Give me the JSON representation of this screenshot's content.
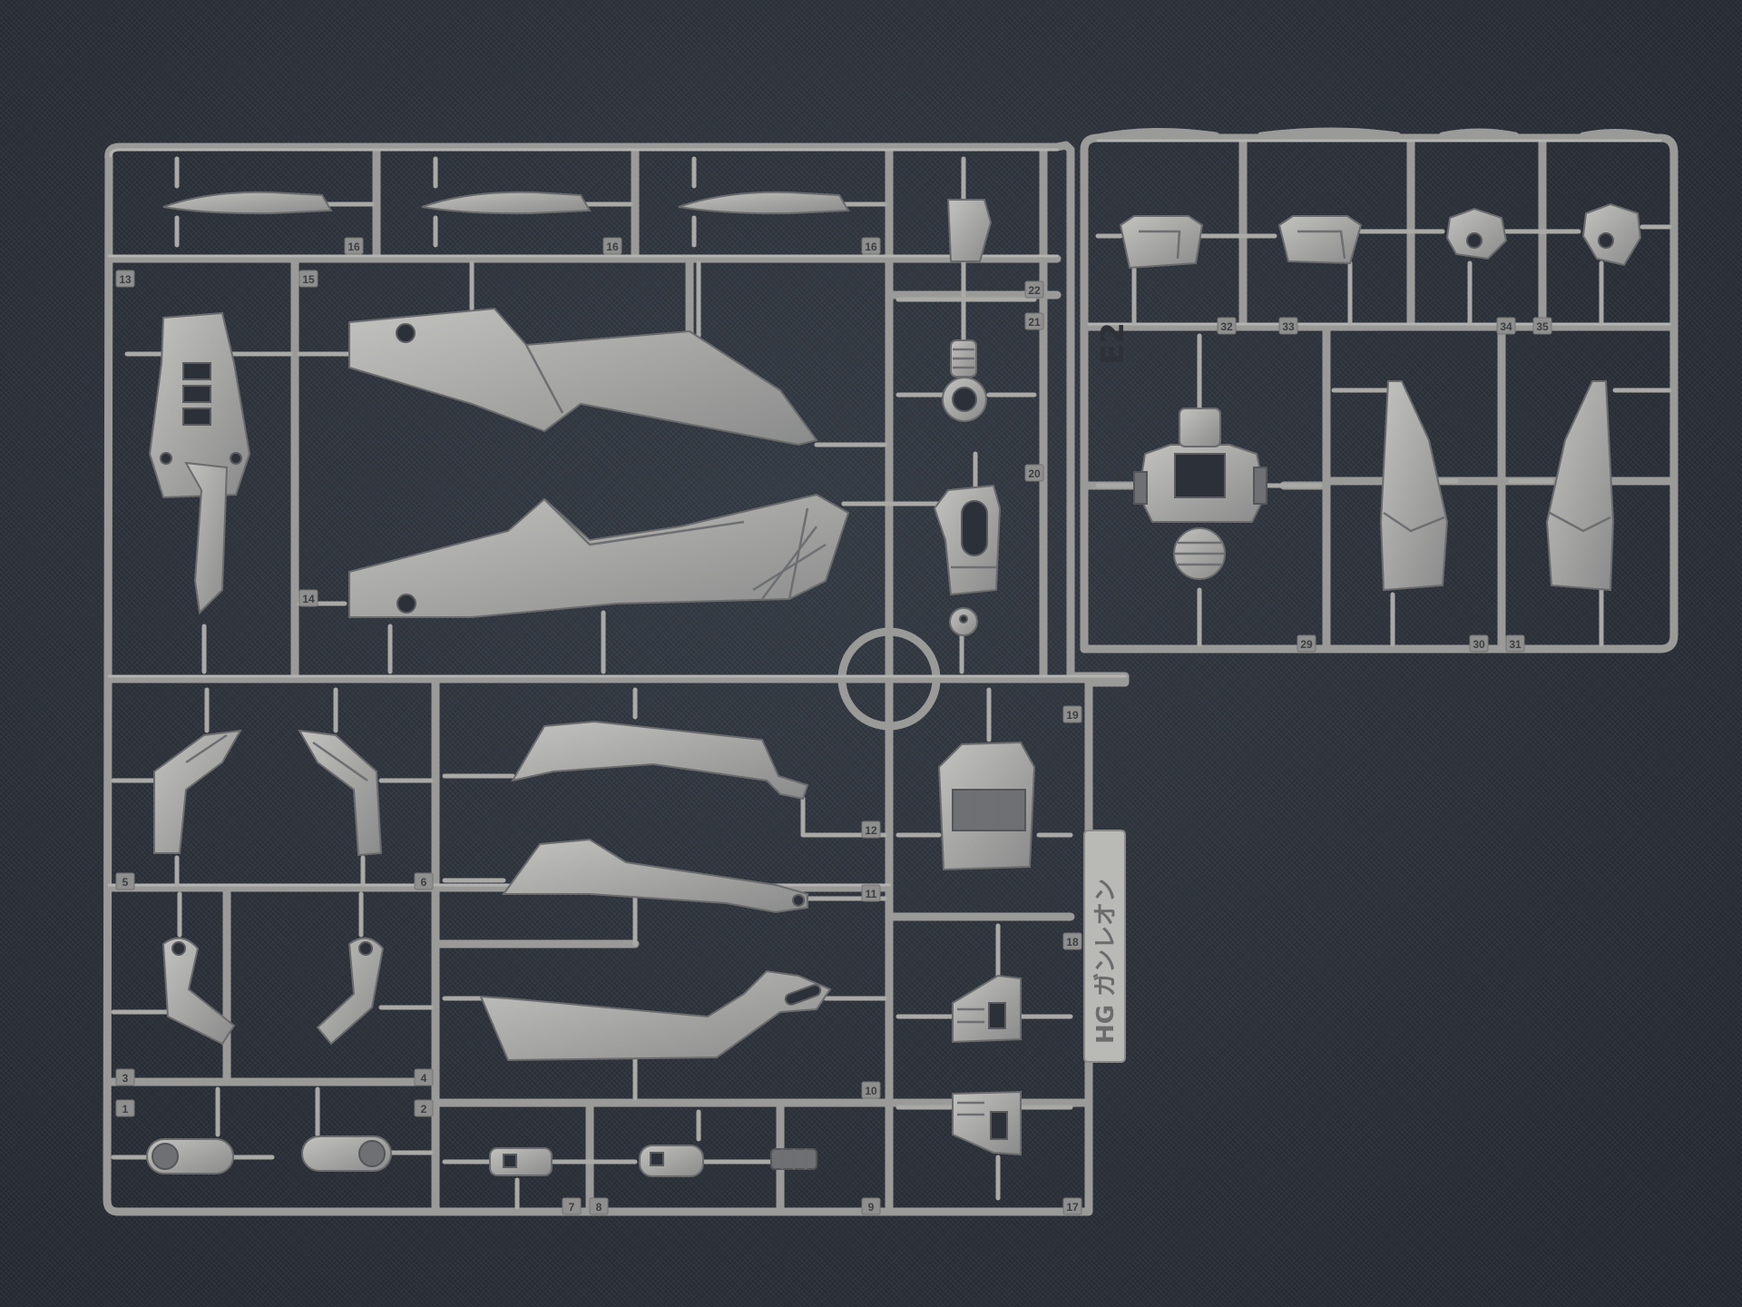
{
  "kit_label": "HG ガンレオン",
  "runner_id": "E2",
  "part_numbers": [
    "1",
    "2",
    "3",
    "4",
    "5",
    "6",
    "7",
    "8",
    "9",
    "10",
    "11",
    "12",
    "13",
    "14",
    "15",
    "16",
    "16",
    "16",
    "17",
    "18",
    "19",
    "20",
    "21",
    "22",
    "29",
    "30",
    "31",
    "32",
    "33",
    "34",
    "35"
  ],
  "colors": {
    "background": "#2b3039",
    "plastic": "#a8a8a6",
    "plastic_shadow": "#7d7e80"
  }
}
